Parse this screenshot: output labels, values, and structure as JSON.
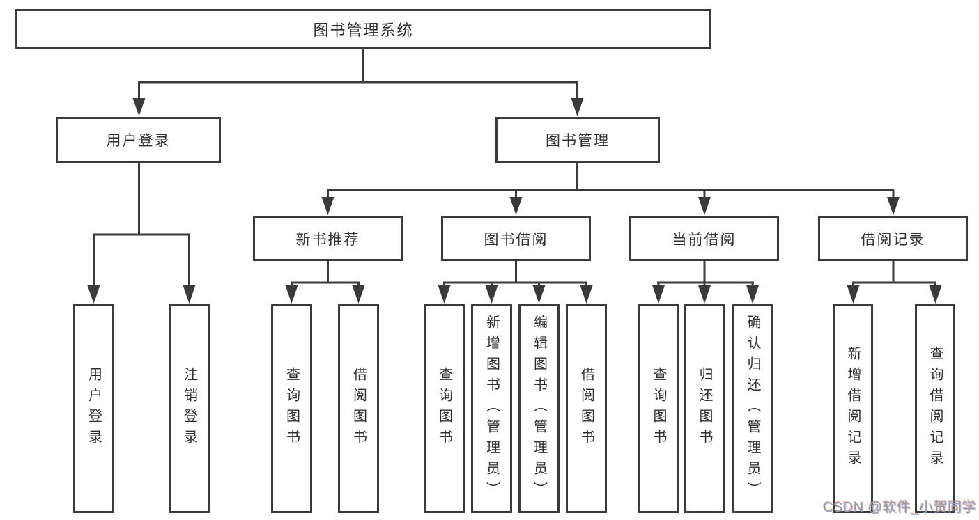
{
  "tree": {
    "root": {
      "label": "图书管理系统"
    },
    "branches": [
      {
        "label": "用户登录",
        "children": [
          {
            "label": "用户登录"
          },
          {
            "label": "注销登录"
          }
        ]
      },
      {
        "label": "图书管理",
        "children": [
          {
            "label": "新书推荐",
            "children": [
              {
                "label": "查询图书"
              },
              {
                "label": "借阅图书"
              }
            ]
          },
          {
            "label": "图书借阅",
            "children": [
              {
                "label": "查询图书"
              },
              {
                "label": "新增图书（管理员）"
              },
              {
                "label": "编辑图书（管理员）"
              },
              {
                "label": "借阅图书"
              }
            ]
          },
          {
            "label": "当前借阅",
            "children": [
              {
                "label": "查询图书"
              },
              {
                "label": "归还图书"
              },
              {
                "label": "确认归还（管理员）"
              }
            ]
          },
          {
            "label": "借阅记录",
            "children": [
              {
                "label": "新增借阅记录"
              },
              {
                "label": "查询借阅记录"
              }
            ]
          }
        ]
      }
    ]
  },
  "watermark": {
    "text": "CSDN @软件_小贺同学"
  },
  "colors": {
    "line": "#3a3a3a",
    "text": "#2f2f2f",
    "background": "#ffffff",
    "watermark": "#9a9aa1"
  }
}
